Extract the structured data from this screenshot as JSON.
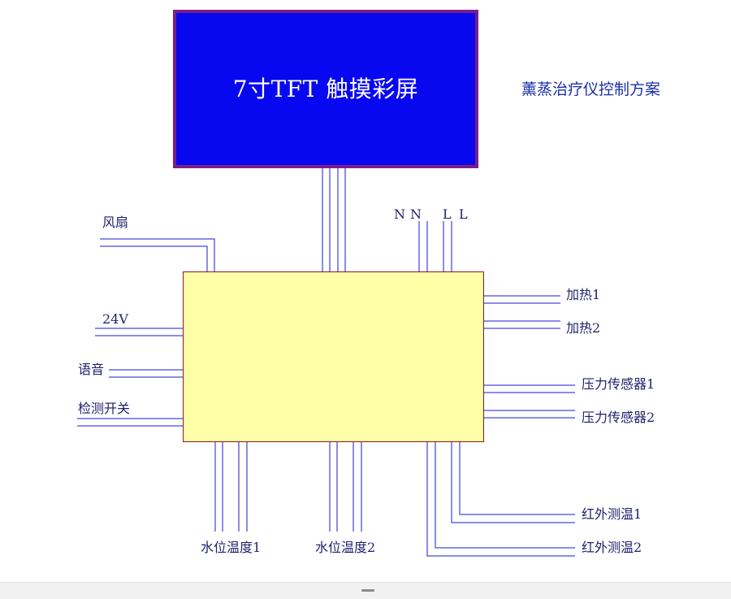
{
  "diagram": {
    "screen_label": "7寸TFT 触摸彩屏",
    "title": "薰蒸治疗仪控制方案",
    "power_labels": {
      "n1": "N",
      "n2": "N",
      "l1": "L",
      "l2": "L"
    },
    "left_labels": {
      "fan": "风扇",
      "v24": "24V",
      "voice": "语音",
      "detect_switch": "检测开关"
    },
    "right_labels": {
      "heat1": "加热1",
      "heat2": "加热2",
      "pressure1": "压力传感器1",
      "pressure2": "压力传感器2",
      "ir_temp1": "红外测温1",
      "ir_temp2": "红外测温2"
    },
    "bottom_labels": {
      "water_temp1": "水位温度1",
      "water_temp2": "水位温度2"
    },
    "colors": {
      "screen_fill": "#0808f0",
      "screen_border": "#7a1f88",
      "controller_fill": "#ffffa8",
      "controller_border": "#8b1a1a",
      "wire": "#1a1ad8",
      "title_text": "#1b2fa8",
      "label_text": "#1f1f6e"
    }
  }
}
